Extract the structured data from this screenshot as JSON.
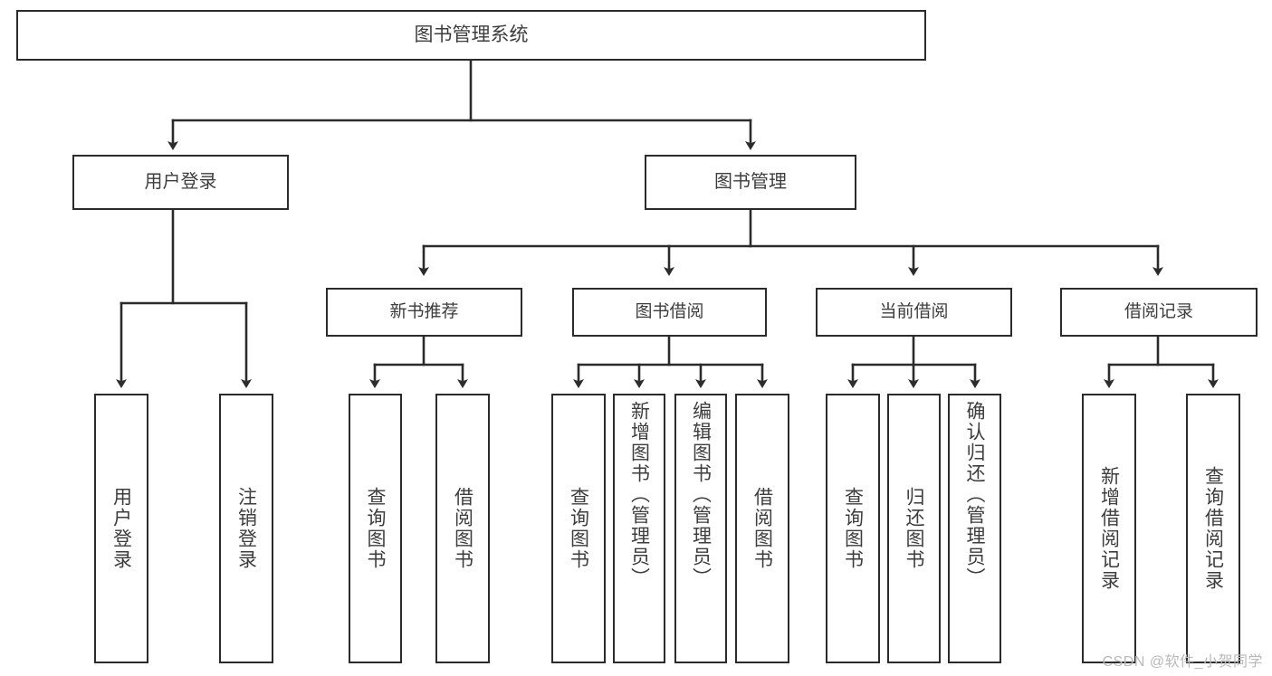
{
  "diagram": {
    "title": "图书管理系统",
    "watermark": "CSDN @软件_小贺同学",
    "colors": {
      "stroke": "#2b2b2b",
      "text": "#3d3d3d",
      "background": "#ffffff",
      "watermark": "#b9b9b9"
    },
    "root": {
      "label": "图书管理系统"
    },
    "level2": [
      {
        "label": "用户登录"
      },
      {
        "label": "图书管理"
      }
    ],
    "level3": [
      {
        "label": "新书推荐"
      },
      {
        "label": "图书借阅"
      },
      {
        "label": "当前借阅"
      },
      {
        "label": "借阅记录"
      }
    ],
    "leaves": [
      {
        "label": "用户登录",
        "parent": "用户登录"
      },
      {
        "label": "注销登录",
        "parent": "用户登录"
      },
      {
        "label": "查询图书",
        "parent": "新书推荐"
      },
      {
        "label": "借阅图书",
        "parent": "新书推荐"
      },
      {
        "label": "查询图书",
        "parent": "图书借阅"
      },
      {
        "label": "新增图书（管理员）",
        "parent": "图书借阅"
      },
      {
        "label": "编辑图书（管理员）",
        "parent": "图书借阅"
      },
      {
        "label": "借阅图书",
        "parent": "图书借阅"
      },
      {
        "label": "查询图书",
        "parent": "当前借阅"
      },
      {
        "label": "归还图书",
        "parent": "当前借阅"
      },
      {
        "label": "确认归还（管理员）",
        "parent": "当前借阅"
      },
      {
        "label": "新增借阅记录",
        "parent": "借阅记录"
      },
      {
        "label": "查询借阅记录",
        "parent": "借阅记录"
      }
    ]
  }
}
